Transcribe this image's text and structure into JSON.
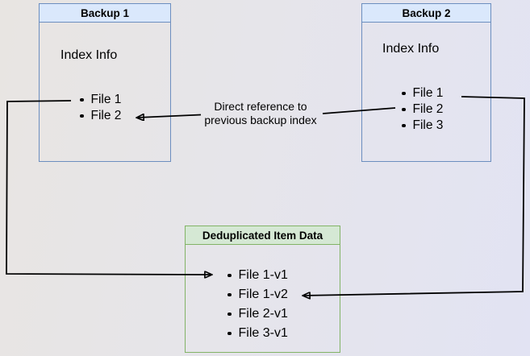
{
  "diagram": {
    "backup1": {
      "title": "Backup 1",
      "section": "Index Info",
      "items": [
        "File 1",
        "File 2"
      ]
    },
    "backup2": {
      "title": "Backup 2",
      "section": "Index Info",
      "items": [
        "File 1",
        "File 2",
        "File 3"
      ]
    },
    "dedup": {
      "title": "Deduplicated Item Data",
      "items": [
        "File 1-v1",
        "File 1-v2",
        "File 2-v1",
        "File 3-v1"
      ]
    },
    "reference_label": {
      "line1": "Direct reference to",
      "line2": "previous backup index"
    },
    "colors": {
      "blue_header_bg": "#dae8fc",
      "blue_border": "#6c8ebf",
      "green_header_bg": "#d5e8d4",
      "green_border": "#82b366",
      "arrow": "#000000"
    }
  }
}
